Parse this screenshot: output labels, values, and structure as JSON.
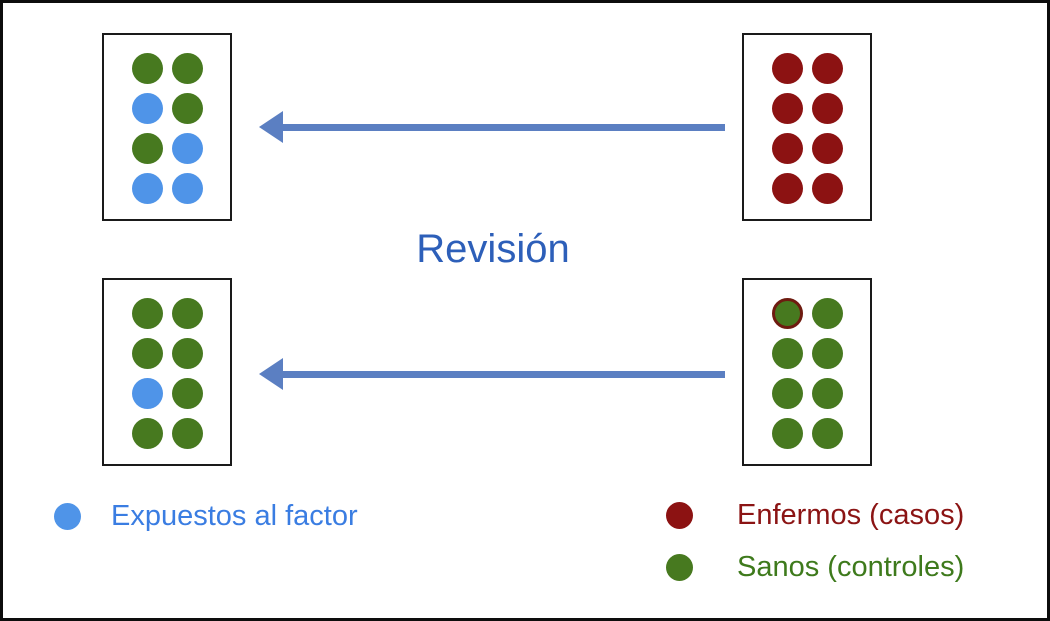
{
  "diagram": {
    "title": "Revisión",
    "title_color": "#2d5fb9",
    "arrow_color": "#5b7fc2",
    "canvas_bg": "#ffffff",
    "frame_color": "#0d0d0d",
    "box_border_color": "#1a1a1a",
    "dot_colors": {
      "exposed": "#4f94e8",
      "case": "#8c1212",
      "control": "#47791f",
      "marked_ring": "#6e1b10"
    },
    "boxes": [
      {
        "name": "casos-tras-revision",
        "position": "top-left",
        "dots": [
          [
            "control",
            "control"
          ],
          [
            "exposed",
            "control"
          ],
          [
            "control",
            "exposed"
          ],
          [
            "exposed",
            "exposed"
          ]
        ]
      },
      {
        "name": "enfermos-casos",
        "position": "top-right",
        "dots": [
          [
            "case",
            "case"
          ],
          [
            "case",
            "case"
          ],
          [
            "case",
            "case"
          ],
          [
            "case",
            "case"
          ]
        ]
      },
      {
        "name": "controles-tras-revision",
        "position": "bottom-left",
        "dots": [
          [
            "control",
            "control"
          ],
          [
            "control",
            "control"
          ],
          [
            "exposed",
            "control"
          ],
          [
            "control",
            "control"
          ]
        ]
      },
      {
        "name": "sanos-controles",
        "position": "bottom-right",
        "dots": [
          [
            "control_marked",
            "control"
          ],
          [
            "control",
            "control"
          ],
          [
            "control",
            "control"
          ],
          [
            "control",
            "control"
          ]
        ]
      }
    ],
    "arrows": [
      {
        "name": "revision-arrow-top",
        "direction": "left"
      },
      {
        "name": "revision-arrow-bottom",
        "direction": "left"
      }
    ],
    "legend": [
      {
        "label": "Expuestos al factor",
        "swatch_color": "#4f94e8",
        "text_color": "#3a7de2"
      },
      {
        "label": "Enfermos (casos)",
        "swatch_color": "#8c1212",
        "text_color": "#8b1414"
      },
      {
        "label": "Sanos (controles)",
        "swatch_color": "#47791f",
        "text_color": "#3e7a1c"
      }
    ]
  }
}
